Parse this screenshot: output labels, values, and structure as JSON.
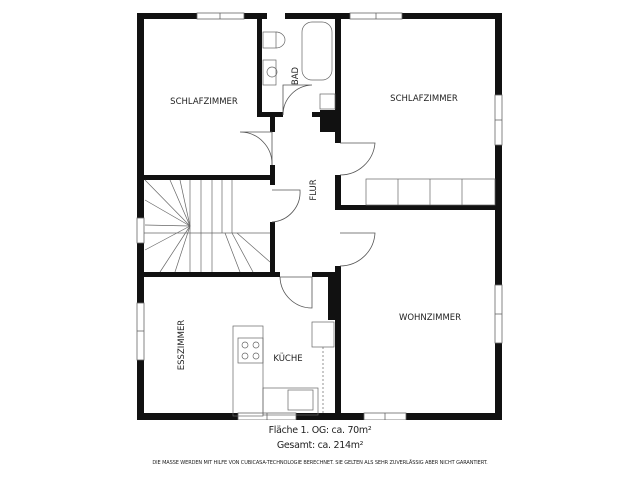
{
  "plan": {
    "rooms": [
      {
        "id": "schlafzimmer-1",
        "label": "SCHLAFZIMMER"
      },
      {
        "id": "bad",
        "label": "BAD"
      },
      {
        "id": "schlafzimmer-2",
        "label": "SCHLAFZIMMER"
      },
      {
        "id": "flur",
        "label": "FLUR"
      },
      {
        "id": "esszimmer",
        "label": "ESSZIMMER"
      },
      {
        "id": "kueche",
        "label": "KÜCHE"
      },
      {
        "id": "wohnzimmer",
        "label": "WOHNZIMMER"
      }
    ],
    "colors": {
      "wall": "#111111",
      "line": "#555555",
      "background": "#ffffff"
    }
  },
  "footer": {
    "area_floor": "Fläche 1. OG: ca. 70m²",
    "area_total": "Gesamt: ca. 214m²",
    "disclaimer": "DIE MASSE WERDEN MIT HILFE VON CUBICASA-TECHNOLOGIE BERECHNET. SIE GELTEN ALS SEHR ZUVERLÄSSIG ABER NICHT GARANTIERT."
  }
}
